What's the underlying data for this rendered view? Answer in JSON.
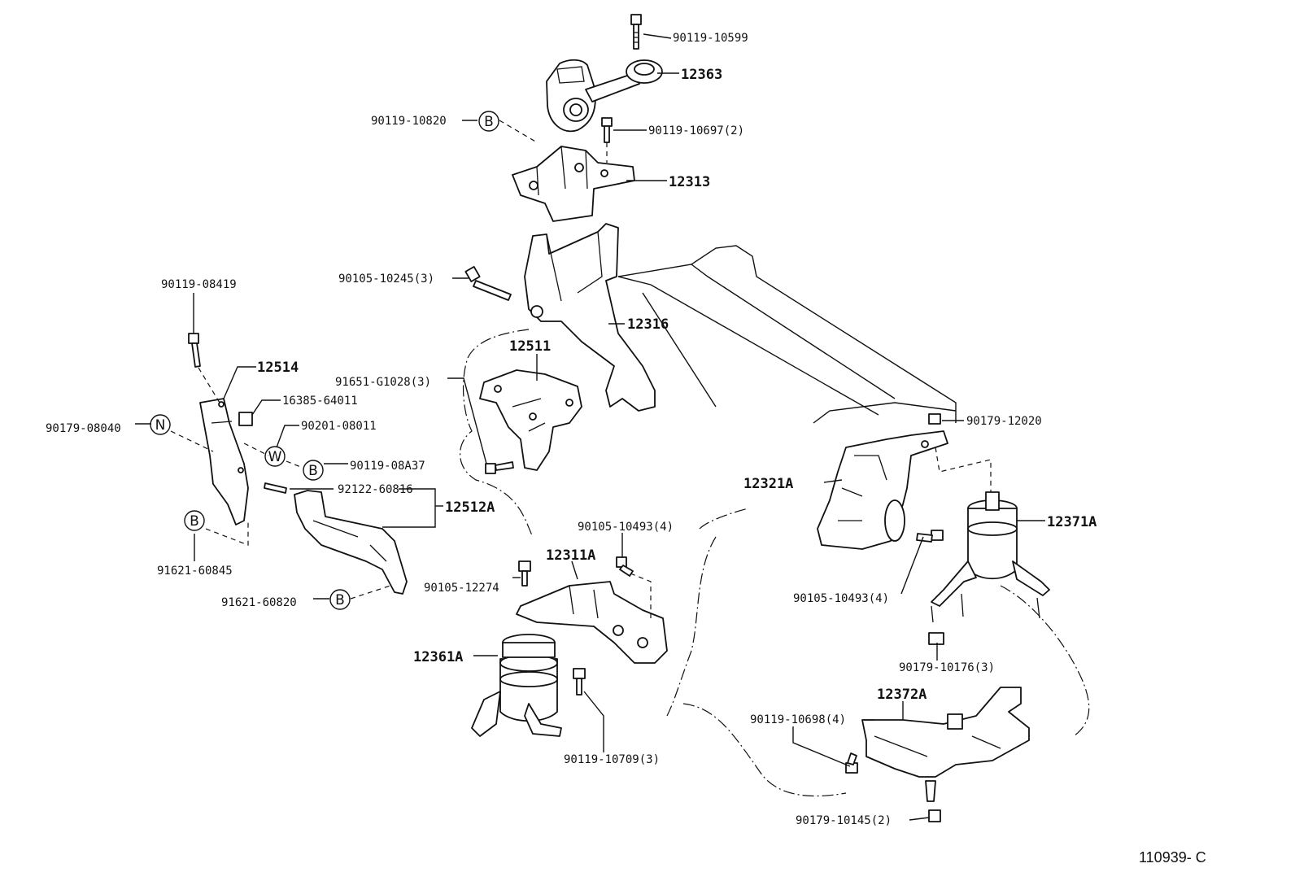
{
  "diagram": {
    "reference_code": "110939- C",
    "part_labels": [
      {
        "id": "p_90119_10599",
        "text": "90119-10599",
        "size": "small"
      },
      {
        "id": "p_12363",
        "text": "12363",
        "size": "large"
      },
      {
        "id": "p_90119_10820",
        "text": "90119-10820",
        "size": "small"
      },
      {
        "id": "p_90119_10697",
        "text": "90119-10697(2)",
        "size": "small"
      },
      {
        "id": "p_12313",
        "text": "12313",
        "size": "large"
      },
      {
        "id": "p_90105_10245",
        "text": "90105-10245(3)",
        "size": "small"
      },
      {
        "id": "p_12316",
        "text": "12316",
        "size": "large"
      },
      {
        "id": "p_90119_08419",
        "text": "90119-08419",
        "size": "small"
      },
      {
        "id": "p_12511",
        "text": "12511",
        "size": "large"
      },
      {
        "id": "p_12514",
        "text": "12514",
        "size": "large"
      },
      {
        "id": "p_91651_g1028",
        "text": "91651-G1028(3)",
        "size": "small"
      },
      {
        "id": "p_16385_64011",
        "text": "16385-64011",
        "size": "small"
      },
      {
        "id": "p_90179_08040",
        "text": "90179-08040",
        "size": "small"
      },
      {
        "id": "p_90201_08011",
        "text": "90201-08011",
        "size": "small"
      },
      {
        "id": "p_90119_08a37",
        "text": "90119-08A37",
        "size": "small"
      },
      {
        "id": "p_92122_60816",
        "text": "92122-60816",
        "size": "small"
      },
      {
        "id": "p_12512a",
        "text": "12512A",
        "size": "large"
      },
      {
        "id": "p_91621_60845",
        "text": "91621-60845",
        "size": "small"
      },
      {
        "id": "p_91621_60820",
        "text": "91621-60820",
        "size": "small"
      },
      {
        "id": "p_90179_12020",
        "text": "90179-12020",
        "size": "small"
      },
      {
        "id": "p_12321a",
        "text": "12321A",
        "size": "large"
      },
      {
        "id": "p_12371a",
        "text": "12371A",
        "size": "large"
      },
      {
        "id": "p_90105_10493_a",
        "text": "90105-10493(4)",
        "size": "small"
      },
      {
        "id": "p_90105_10493_b",
        "text": "90105-10493(4)",
        "size": "small"
      },
      {
        "id": "p_12311a",
        "text": "12311A",
        "size": "large"
      },
      {
        "id": "p_90105_12274",
        "text": "90105-12274",
        "size": "small"
      },
      {
        "id": "p_12361a",
        "text": "12361A",
        "size": "large"
      },
      {
        "id": "p_90179_10176",
        "text": "90179-10176(3)",
        "size": "small"
      },
      {
        "id": "p_12372a",
        "text": "12372A",
        "size": "large"
      },
      {
        "id": "p_90119_10698",
        "text": "90119-10698(4)",
        "size": "small"
      },
      {
        "id": "p_90119_10709",
        "text": "90119-10709(3)",
        "size": "small"
      },
      {
        "id": "p_90179_10145",
        "text": "90179-10145(2)",
        "size": "small"
      }
    ],
    "marker_circles": [
      {
        "id": "m_b1",
        "letter": "B"
      },
      {
        "id": "m_n",
        "letter": "N"
      },
      {
        "id": "m_w",
        "letter": "W"
      },
      {
        "id": "m_b2",
        "letter": "B"
      },
      {
        "id": "m_b3",
        "letter": "B"
      },
      {
        "id": "m_b4",
        "letter": "B"
      }
    ]
  }
}
